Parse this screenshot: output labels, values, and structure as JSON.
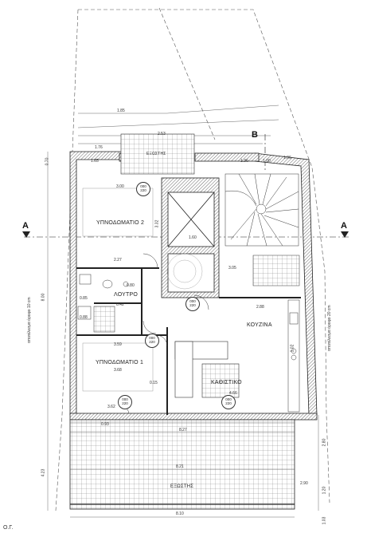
{
  "rooms": {
    "bedroom1": "ΥΠΝΟΔΩΜΑΤΙΟ 1",
    "bedroom2": "ΥΠΝΟΔΩΜΑΤΙΟ 2",
    "bathroom": "ΛΟΥΤΡΟ",
    "kitchen": "ΚΟΥΖΙΝΑ",
    "living": "ΚΑΘΙΣΤΙΚΟ",
    "veranda": "ΕΞΩΣΤΗΣ",
    "balcony_top": "ΕΞΩΣΤΗΣ"
  },
  "section_marks": {
    "a_left": "A",
    "a_right": "A",
    "b_top": "B"
  },
  "dims": {
    "d300": "3.00",
    "d227": "2.27",
    "d359": "3.59",
    "d368": "3.68",
    "d362": "3.62",
    "d160": "1.60",
    "d288": "2.88",
    "d466": "4.66",
    "d827": "8.27",
    "d821": "8.21",
    "d810": "8.10",
    "d800": "8.00",
    "d423": "4.23",
    "d280": "2.80",
    "d120": "1.20",
    "d103": "1.03",
    "d176": "1.76",
    "d253": "2.53",
    "d185": "1.85",
    "d085": "0.85",
    "d042": "0.42",
    "d015": "0.15",
    "d290": "2.90",
    "d305": "3.05",
    "d332": "3.32",
    "d102": "1.02",
    "d165": "1.65",
    "d136": "1.36",
    "d100": "1.00",
    "d106": "1.06",
    "d093": "0.93",
    "d080": "0.80",
    "d088": "0.88",
    "d070": "0.70"
  },
  "doors": [
    "000\n220",
    "000\n220",
    "000\n220",
    "000\n220",
    "000\n220"
  ],
  "bottom_label": "Ο.Γ.",
  "side_text_left": "αποτέλεσμα όροφο 10 cm",
  "side_text_right": "αποτέλεσμα όροφο 20 cm"
}
